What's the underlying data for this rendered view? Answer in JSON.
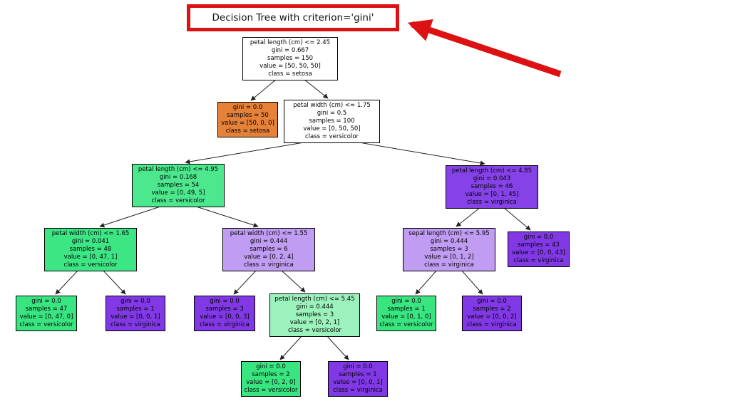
{
  "title": "Decision Tree with criterion='gini'",
  "annotation": {
    "highlight_box_color": "#dd1111",
    "arrow_color": "#dd1111",
    "description": "red-rectangle-around-title-with-red-arrow"
  },
  "tree": {
    "nodes": [
      {
        "id": "root",
        "text": "petal length (cm) <= 2.45\ngini = 0.667\nsamples = 150\nvalue = [50, 50, 50]\nclass = setosa",
        "color": "#ffffff"
      },
      {
        "id": "setosa-leaf",
        "text": "gini = 0.0\nsamples = 50\nvalue = [50, 0, 0]\nclass = setosa",
        "color": "#e58139"
      },
      {
        "id": "petal-width-1-75",
        "text": "petal width (cm) <= 1.75\ngini = 0.5\nsamples = 100\nvalue = [0, 50, 50]\nclass = versicolor",
        "color": "#ffffff"
      },
      {
        "id": "petal-length-4-95",
        "text": "petal length (cm) <= 4.95\ngini = 0.168\nsamples = 54\nvalue = [0, 49, 5]\nclass = versicolor",
        "color": "#4de88e"
      },
      {
        "id": "petal-length-4-85",
        "text": "petal length (cm) <= 4.85\ngini = 0.043\nsamples = 46\nvalue = [0, 1, 45]\nclass = virginica",
        "color": "#8542e6"
      },
      {
        "id": "petal-width-1-65",
        "text": "petal width (cm) <= 1.65\ngini = 0.041\nsamples = 48\nvalue = [0, 47, 1]\nclass = versicolor",
        "color": "#3de684"
      },
      {
        "id": "petal-width-1-55",
        "text": "petal width (cm) <= 1.55\ngini = 0.444\nsamples = 6\nvalue = [0, 2, 4]\nclass = virginica",
        "color": "#c09cf2"
      },
      {
        "id": "sepal-length-5-95",
        "text": "sepal length (cm) <= 5.95\ngini = 0.444\nsamples = 3\nvalue = [0, 1, 2]\nclass = virginica",
        "color": "#c09cf2"
      },
      {
        "id": "virginica-leaf-43",
        "text": "gini = 0.0\nsamples = 43\nvalue = [0, 0, 43]\nclass = virginica",
        "color": "#8139e5"
      },
      {
        "id": "versicolor-leaf-47",
        "text": "gini = 0.0\nsamples = 47\nvalue = [0, 47, 0]\nclass = versicolor",
        "color": "#39e581"
      },
      {
        "id": "virginica-leaf-1",
        "text": "gini = 0.0\nsamples = 1\nvalue = [0, 0, 1]\nclass = virginica",
        "color": "#8139e5"
      },
      {
        "id": "virginica-leaf-3",
        "text": "gini = 0.0\nsamples = 3\nvalue = [0, 0, 3]\nclass = virginica",
        "color": "#8139e5"
      },
      {
        "id": "petal-length-5-45",
        "text": "petal length (cm) <= 5.45\ngini = 0.444\nsamples = 3\nvalue = [0, 2, 1]\nclass = versicolor",
        "color": "#9cf2bd"
      },
      {
        "id": "versicolor-leaf-1",
        "text": "gini = 0.0\nsamples = 1\nvalue = [0, 1, 0]\nclass = versicolor",
        "color": "#39e581"
      },
      {
        "id": "virginica-leaf-2",
        "text": "gini = 0.0\nsamples = 2\nvalue = [0, 0, 2]\nclass = virginica",
        "color": "#8139e5"
      },
      {
        "id": "versicolor-leaf-2",
        "text": "gini = 0.0\nsamples = 2\nvalue = [0, 2, 0]\nclass = versicolor",
        "color": "#39e581"
      },
      {
        "id": "virginica-leaf-1b",
        "text": "gini = 0.0\nsamples = 1\nvalue = [0, 0, 1]\nclass = virginica",
        "color": "#8139e5"
      }
    ],
    "edges": [
      {
        "from": "root",
        "to": "setosa-leaf"
      },
      {
        "from": "root",
        "to": "petal-width-1-75"
      },
      {
        "from": "petal-width-1-75",
        "to": "petal-length-4-95"
      },
      {
        "from": "petal-width-1-75",
        "to": "petal-length-4-85"
      },
      {
        "from": "petal-length-4-95",
        "to": "petal-width-1-65"
      },
      {
        "from": "petal-length-4-95",
        "to": "petal-width-1-55"
      },
      {
        "from": "petal-length-4-85",
        "to": "sepal-length-5-95"
      },
      {
        "from": "petal-length-4-85",
        "to": "virginica-leaf-43"
      },
      {
        "from": "petal-width-1-65",
        "to": "versicolor-leaf-47"
      },
      {
        "from": "petal-width-1-65",
        "to": "virginica-leaf-1"
      },
      {
        "from": "petal-width-1-55",
        "to": "virginica-leaf-3"
      },
      {
        "from": "petal-width-1-55",
        "to": "petal-length-5-45"
      },
      {
        "from": "sepal-length-5-95",
        "to": "versicolor-leaf-1"
      },
      {
        "from": "sepal-length-5-95",
        "to": "virginica-leaf-2"
      },
      {
        "from": "petal-length-5-45",
        "to": "versicolor-leaf-2"
      },
      {
        "from": "petal-length-5-45",
        "to": "virginica-leaf-1b"
      }
    ]
  }
}
